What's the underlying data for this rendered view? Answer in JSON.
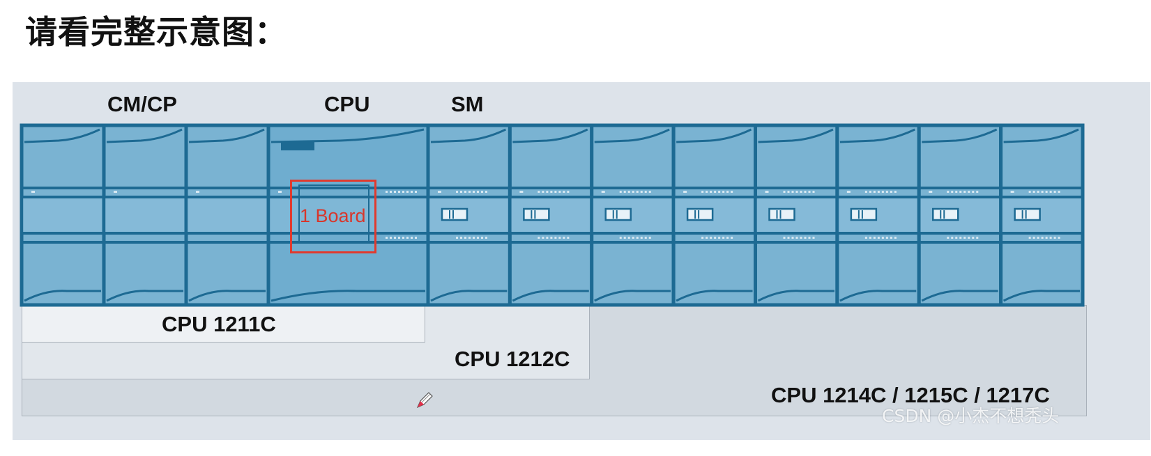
{
  "header": {
    "title": "请看完整示意图："
  },
  "labels": {
    "cm_cp": "CM/CP",
    "cpu": "CPU",
    "sm": "SM"
  },
  "board": {
    "label": "1 Board"
  },
  "cpu_ranges": [
    {
      "id": "cpu-1211c",
      "label": "CPU 1211C",
      "fill": "#eef1f4"
    },
    {
      "id": "cpu-1212c",
      "label": "CPU 1212C",
      "fill": "#e2e7ec"
    },
    {
      "id": "cpu-1214c",
      "label": "CPU 1214C / 1215C / 1217C",
      "fill": "#d2d9e0"
    }
  ],
  "modules": {
    "cm_cp_count": 3,
    "sm_count": 8,
    "colors": {
      "outline": "#1d6a93",
      "fill": "#7ab3d2",
      "fill_light": "#8fc2dd",
      "cpu_fill": "#6fadcf"
    }
  },
  "watermark": "CSDN @小杰不想秃头",
  "icons": {
    "cursor": "pen-cursor-icon"
  }
}
